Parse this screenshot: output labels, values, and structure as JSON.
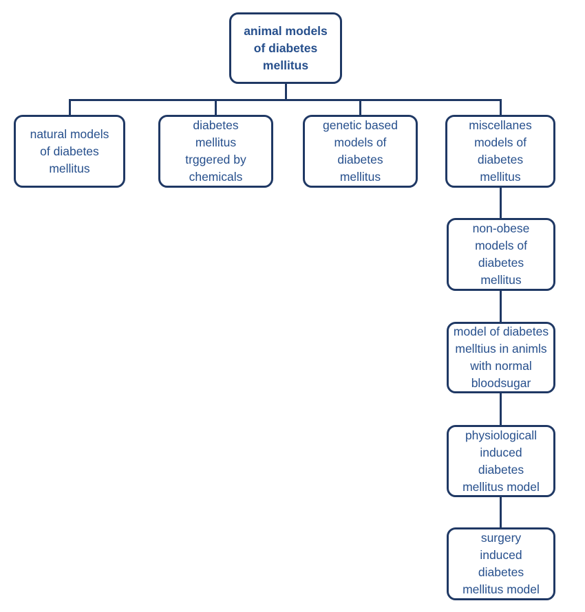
{
  "colors": {
    "line": "#1f3864",
    "text": "#264f8c",
    "bg": "#ffffff"
  },
  "diagram": {
    "type": "flowchart",
    "nodes": {
      "root": {
        "label": "animal models\nof diabetes\nmellitus"
      },
      "natural": {
        "label": "natural models\nof diabetes\nmellitus"
      },
      "chemical": {
        "label": "diabetes\nmellitus\ntrggered by\nchemicals"
      },
      "genetic": {
        "label": "genetic based\nmodels of\ndiabetes\nmellitus"
      },
      "miscellaneous": {
        "label": "miscellanes\nmodels of\ndiabetes\nmellitus"
      },
      "non_obese": {
        "label": "non-obese\nmodels of\ndiabetes\nmellitus"
      },
      "normal_bloodsugar": {
        "label": "model of diabetes\nmelltius in animls\nwith normal\nbloodsugar"
      },
      "physiological": {
        "label": "physiologicall\ninduced\ndiabetes\nmellitus model"
      },
      "surgery": {
        "label": "surgery\ninduced\ndiabetes\nmellitus model"
      }
    }
  }
}
